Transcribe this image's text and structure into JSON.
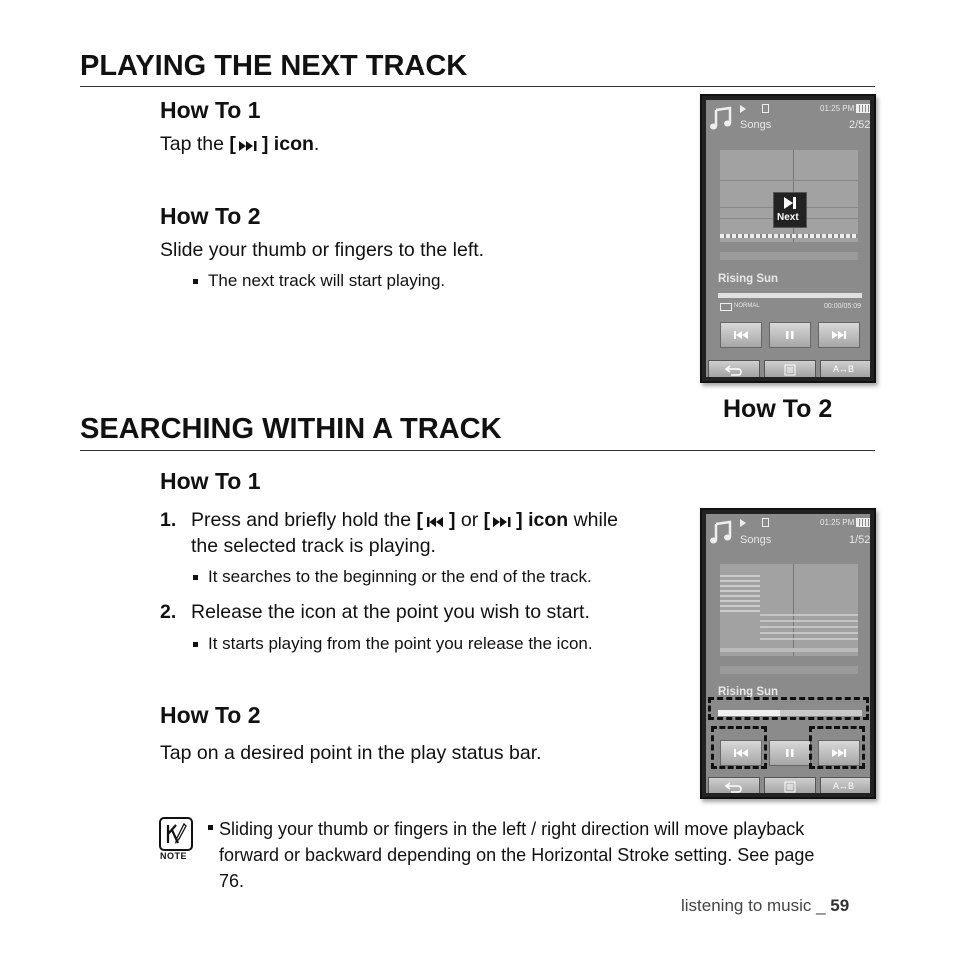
{
  "section1": {
    "title": "PLAYING THE NEXT TRACK",
    "how1": {
      "heading": "How To 1",
      "text_pre": "Tap the ",
      "bracket_open": "[",
      "bracket_close": "] icon",
      "text_post": "."
    },
    "how2": {
      "heading": "How To 2",
      "text": "Slide your thumb or fingers to the left.",
      "bullet": "The next track will start playing."
    },
    "figure_caption": "How To 2"
  },
  "section2": {
    "title": "SEARCHING WITHIN A TRACK",
    "how1": {
      "heading": "How To 1",
      "step1_num": "1.",
      "step1_a": "Press and briefly hold the ",
      "step1_b": "[",
      "step1_c": "]",
      "step1_or": " or ",
      "step1_d": "[",
      "step1_e": "] icon",
      "step1_f": " while",
      "step1_line2": "the selected track is playing.",
      "step1_bullet": "It searches to the beginning or the end of the track.",
      "step2_num": "2.",
      "step2": "Release the icon at the point you wish to start.",
      "step2_bullet": "It starts playing from the point you release the icon."
    },
    "how2": {
      "heading": "How To 2",
      "text": "Tap on a desired point in the play status bar."
    }
  },
  "note": {
    "label": "NOTE",
    "line1": "Sliding your thumb or fingers in the left / right direction will move playback",
    "line2": "forward or backward depending on the Horizontal Stroke setting. See page",
    "line3": "76."
  },
  "footer": {
    "text": "listening to music _ ",
    "page": "59"
  },
  "device1": {
    "time": "01:25 PM",
    "category": "Songs",
    "count": "2/52",
    "next_label": "Next",
    "track": "Rising Sun",
    "mode": "NORMAL",
    "elapsed": "00:00/05:09",
    "ab": "A↔B"
  },
  "device2": {
    "time": "01:25 PM",
    "category": "Songs",
    "count": "1/52",
    "track": "Rising Sun",
    "ab": "A↔B"
  }
}
